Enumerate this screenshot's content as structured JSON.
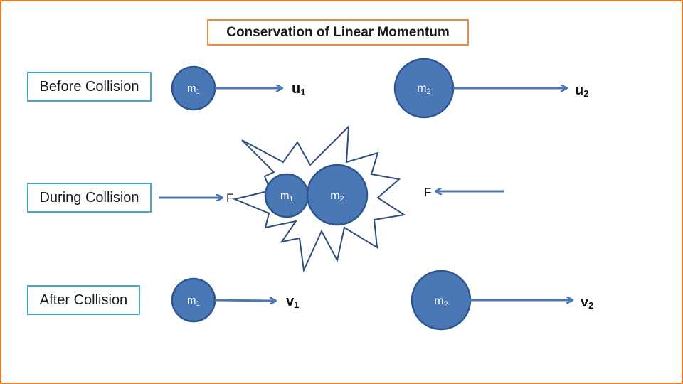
{
  "title": "Conservation of Linear Momentum",
  "stages": {
    "before": "Before Collision",
    "during": "During Collision",
    "after": "After Collision"
  },
  "masses": {
    "m1": {
      "base": "m",
      "sub": "1"
    },
    "m2": {
      "base": "m",
      "sub": "2"
    }
  },
  "velocities": {
    "u1": {
      "base": "u",
      "sub": "1"
    },
    "u2": {
      "base": "u",
      "sub": "2"
    },
    "v1": {
      "base": "v",
      "sub": "1"
    },
    "v2": {
      "base": "v",
      "sub": "2"
    }
  },
  "force_label": "F",
  "colors": {
    "ball_fill": "#4a77b6",
    "ball_stroke": "#2e568e",
    "arrow": "#4a77b6",
    "title_border": "#ed8a43",
    "stage_border": "#4aa8bf",
    "frame_border": "#e8782a"
  }
}
